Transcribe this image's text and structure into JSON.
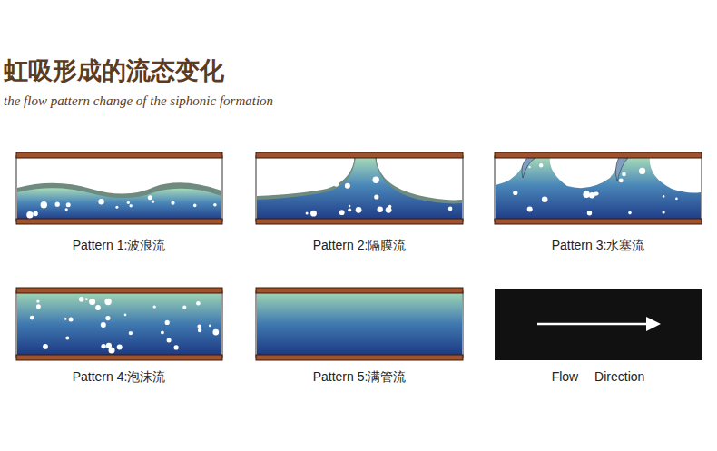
{
  "diagram": {
    "title": "虹吸形成的流态变化",
    "labels": [
      "the flow pattern change of the siphonic formation",
      "Pattern 1:波浪流",
      "Pattern 2:隔膜流",
      "Pattern 3:水塞流",
      "Pattern 4:泡沫流",
      "Pattern 5:满管流",
      "Flow Direction"
    ]
  }
}
